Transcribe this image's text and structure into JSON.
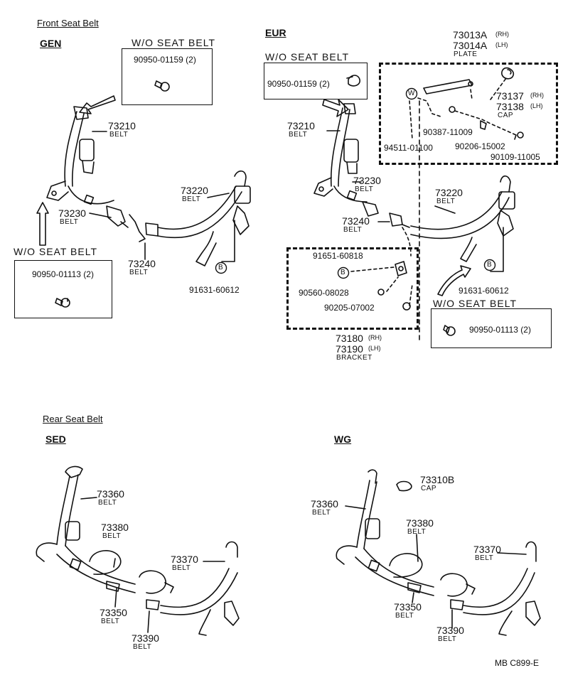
{
  "sections": {
    "front": "Front Seat Belt",
    "rear": "Rear Seat Belt"
  },
  "variants": {
    "gen": "GEN",
    "eur": "EUR",
    "sed": "SED",
    "wg": "WG"
  },
  "boxes": {
    "wo_seat_belt": "W/O SEAT BELT"
  },
  "parts": {
    "p90950_01159": "90950-01159 (2)",
    "p90950_01113": "90950-01113 (2)",
    "p73210": "73210",
    "p73220": "73220",
    "p73230": "73230",
    "p73240": "73240",
    "p91631_60612": "91631-60612",
    "p73013A": "73013A",
    "p73014A": "73014A",
    "p73137": "73137",
    "p73138": "73138",
    "p90387_11009": "90387-11009",
    "p94511_01100": "94511-01100",
    "p90206_15002": "90206-15002",
    "p90109_11005": "90109-11005",
    "p91651_60818": "91651-60818",
    "p90560_08028": "90560-08028",
    "p90205_07002": "90205-07002",
    "p73180": "73180",
    "p73190": "73190",
    "p73360": "73360",
    "p73380": "73380",
    "p73370": "73370",
    "p73350": "73350",
    "p73390": "73390",
    "p73310B": "73310B"
  },
  "names": {
    "belt": "BELT",
    "plate": "PLATE",
    "cap": "CAP",
    "bracket": "BRACKET"
  },
  "sides": {
    "rh": "(RH)",
    "lh": "(LH)"
  },
  "markers": {
    "b": "B",
    "w": "W"
  },
  "footer_code": "MB  C899-E"
}
